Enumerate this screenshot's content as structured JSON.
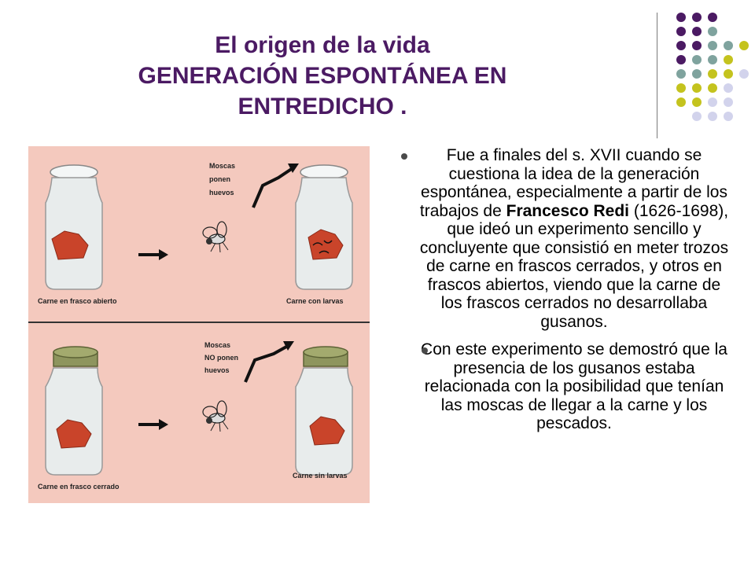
{
  "slide": {
    "title_line1": "El origen de la vida",
    "title_line2": "GENERACIÓN ESPONTÁNEA EN",
    "title_line3": "ENTREDICHO ."
  },
  "decor": {
    "dot_colors": {
      "purple": "#4b1a63",
      "teal": "#7fa39e",
      "olive": "#c4c31e",
      "lilac": "#d2d3ec"
    }
  },
  "illustration": {
    "top_mid_text_1": "Moscas",
    "top_mid_text_2": "ponen",
    "top_mid_text_3": "huevos",
    "top_left_caption": "Carne en frasco abierto",
    "top_right_caption": "Carne con larvas",
    "bottom_mid_text_1": "Moscas",
    "bottom_mid_text_2": "NO ponen",
    "bottom_mid_text_3": "huevos",
    "bottom_left_caption": "Carne en frasco cerrado",
    "bottom_right_caption": "Carne sin larvas"
  },
  "bullets": {
    "b1_pre": "Fue a finales del s. XVII cuando se cuestiona la idea de la generación espontánea, especialmente a partir de los trabajos de ",
    "b1_bold": "Francesco Redi",
    "b1_post": " (1626-1698), que ideó un experimento sencillo y concluyente que consistió en meter trozos de carne en frascos cerrados, y otros en frascos abiertos, viendo que la carne de los frascos cerrados no desarrollaba gusanos.",
    "b2": "Con este experimento se demostró que la presencia de los gusanos estaba relacionada con la posibilidad que tenían las moscas de llegar a la carne y los pescados."
  }
}
